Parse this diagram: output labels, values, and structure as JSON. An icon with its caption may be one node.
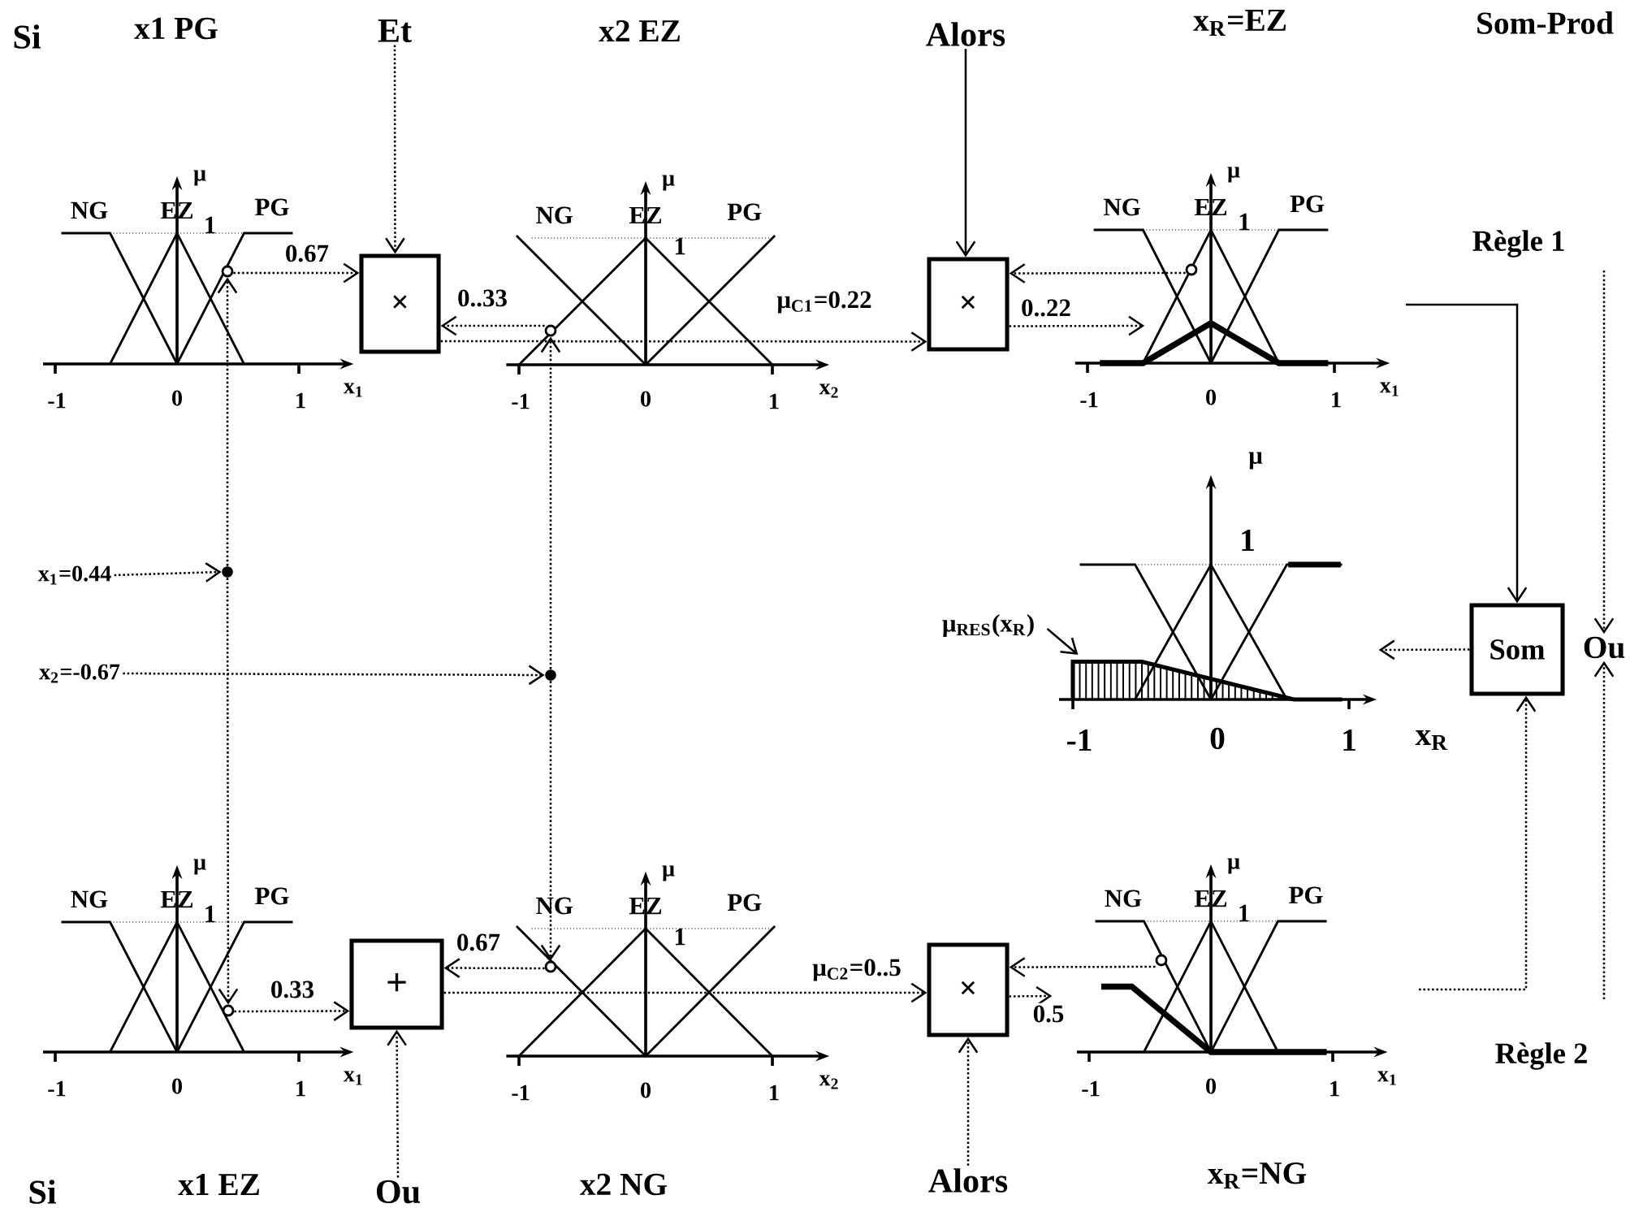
{
  "diagram": {
    "nodes": [
      {
        "text": [
          "×"
        ]
      },
      {
        "text": [
          "×"
        ]
      },
      {
        "text": [
          "+"
        ]
      },
      {
        "text": [
          "×"
        ]
      },
      {
        "text": [
          "Som"
        ]
      },
      {
        "text": [
          "Et"
        ]
      },
      {
        "text": [
          "Alors"
        ]
      },
      {
        "text": [
          "Ou"
        ]
      },
      {
        "text": [
          "Alors"
        ]
      },
      {
        "text": [
          "x$_{1}$=0.44"
        ]
      },
      {
        "text": [
          "x$_{2}$=-0.67"
        ]
      },
      {
        "text": [],
        "shape": "circle"
      },
      {
        "text": [],
        "shape": "circle"
      },
      {
        "text": [
          "Ou"
        ]
      },
      {
        "text": [
          "μ$_{RES}$(x$_{R}$)"
        ]
      },
      {
        "text": [],
        "shape": "circle"
      },
      {
        "text": [],
        "shape": "circle"
      },
      {
        "text": [],
        "shape": "circle",
        "in": 21
      },
      {
        "text": [],
        "shape": "circle"
      },
      {
        "text": [],
        "shape": "circle"
      },
      {
        "text": [],
        "shape": "circle",
        "in": 23
      },
      {
        "text": [],
        "shape": "picture"
      },
      {
        "text": [],
        "shape": "picture"
      },
      {
        "text": [],
        "shape": "picture"
      }
    ],
    "edges": [
      {
        "from": 5,
        "to": 0,
        "arrow": "to",
        "style": "dashed"
      },
      {
        "from": 15,
        "to": 0,
        "arrow": "to",
        "style": "dashed",
        "label": "0.67"
      },
      {
        "from": 16,
        "to": 0,
        "arrow": "to",
        "style": "dashed",
        "label": "0..33"
      },
      {
        "from": 0,
        "to": 1,
        "arrow": "to",
        "style": "dashed",
        "label": "μ$_{C1}$=0.22"
      },
      {
        "from": 6,
        "to": 1,
        "arrow": "to"
      },
      {
        "from": 17,
        "to": 1,
        "arrow": "to",
        "style": "dashed"
      },
      {
        "from": 1,
        "to": 21,
        "arrow": "to",
        "style": "dashed",
        "label": "0..22"
      },
      {
        "from": 7,
        "to": 2,
        "arrow": "to",
        "style": "dashed"
      },
      {
        "from": 18,
        "to": 2,
        "arrow": "to",
        "style": "dashed",
        "label": "0.33"
      },
      {
        "from": 19,
        "to": 2,
        "arrow": "to",
        "style": "dashed",
        "label": "0.67"
      },
      {
        "from": 2,
        "to": 3,
        "arrow": "to",
        "style": "dashed",
        "label": "μ$_{C2}$=0..5"
      },
      {
        "from": 8,
        "to": 3,
        "arrow": "to",
        "style": "dashed"
      },
      {
        "from": 20,
        "to": 3,
        "arrow": "to",
        "style": "dashed"
      },
      {
        "from": 3,
        "to": 23,
        "arrow": "to",
        "style": "dashed",
        "label": "0.5"
      },
      {
        "from": 9,
        "to": 11,
        "arrow": "to",
        "style": "dashed"
      },
      {
        "from": 10,
        "to": 12,
        "arrow": "to",
        "style": "dashed"
      },
      {
        "from": 11,
        "to": 15,
        "arrow": "to",
        "style": "dashed"
      },
      {
        "from": 11,
        "to": 18,
        "arrow": "to",
        "style": "dashed"
      },
      {
        "from": 12,
        "to": 16,
        "arrow": "to",
        "style": "dashed"
      },
      {
        "from": 12,
        "to": 19,
        "arrow": "to",
        "style": "dashed"
      },
      {
        "from": 21,
        "to": 4,
        "arrow": "to"
      },
      {
        "from": 23,
        "to": 4,
        "arrow": "to",
        "style": "dashed"
      },
      {
        "from": 4,
        "to": 22,
        "arrow": "to",
        "style": "dashed"
      },
      {
        "from": null,
        "to": 13,
        "arrow": "to",
        "style": "dashed"
      },
      {
        "from": null,
        "to": 13,
        "arrow": "to",
        "style": "dashed"
      },
      {
        "from": 14,
        "to": 22,
        "arrow": "to"
      }
    ],
    "labels": [
      "Si",
      "x1 PG",
      "x2 EZ",
      "x$_{R}$=EZ",
      "Som-Prod",
      "Règle 1",
      "μ",
      "NG",
      "EZ",
      "1",
      "PG",
      "-1",
      "0",
      "1",
      "x$_{1}$",
      "μ",
      "NG",
      "EZ",
      "1",
      "PG",
      "-1",
      "0",
      "1",
      "x$_{2}$",
      "μ",
      "NG",
      "EZ",
      "1",
      "PG",
      "-1",
      "0",
      "1",
      "x$_{1}$",
      "μ",
      "1",
      "-1",
      "0",
      "1",
      "x$_{R}$",
      "Règle 2",
      "μ",
      "NG",
      "EZ",
      "1",
      "PG",
      "-1",
      "0",
      "1",
      "x$_{1}$",
      "μ",
      "NG",
      "EZ",
      "1",
      "PG",
      "-1",
      "0",
      "1",
      "x$_{2}$",
      "μ",
      "NG",
      "EZ",
      "1",
      "PG",
      "-1",
      "0",
      "1",
      "x$_{1}$",
      "Si",
      "x1 EZ",
      "x2 NG",
      "x$_{R}$=NG"
    ]
  }
}
